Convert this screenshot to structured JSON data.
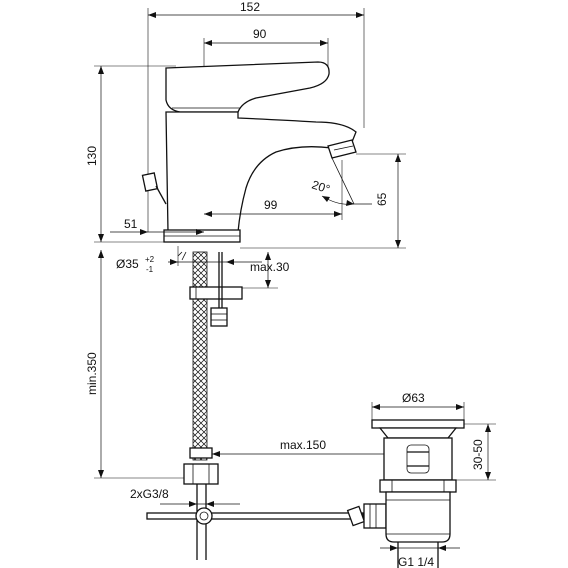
{
  "dimensions": {
    "overall_width": "152",
    "lever_length": "90",
    "overall_height": "130",
    "spout_angle": "20°",
    "spout_height": "65",
    "spout_reach": "99",
    "body_offset": "51",
    "hole_diameter": "Ø35",
    "hole_tol_upper": "+2",
    "hole_tol_lower": "-1",
    "deck_thickness": "max.30",
    "hose_length": "min.350",
    "waste_diameter": "Ø63",
    "waste_distance": "max.150",
    "waste_range": "30-50",
    "connection": "2xG3/8",
    "waste_thread": "G1 1/4"
  }
}
